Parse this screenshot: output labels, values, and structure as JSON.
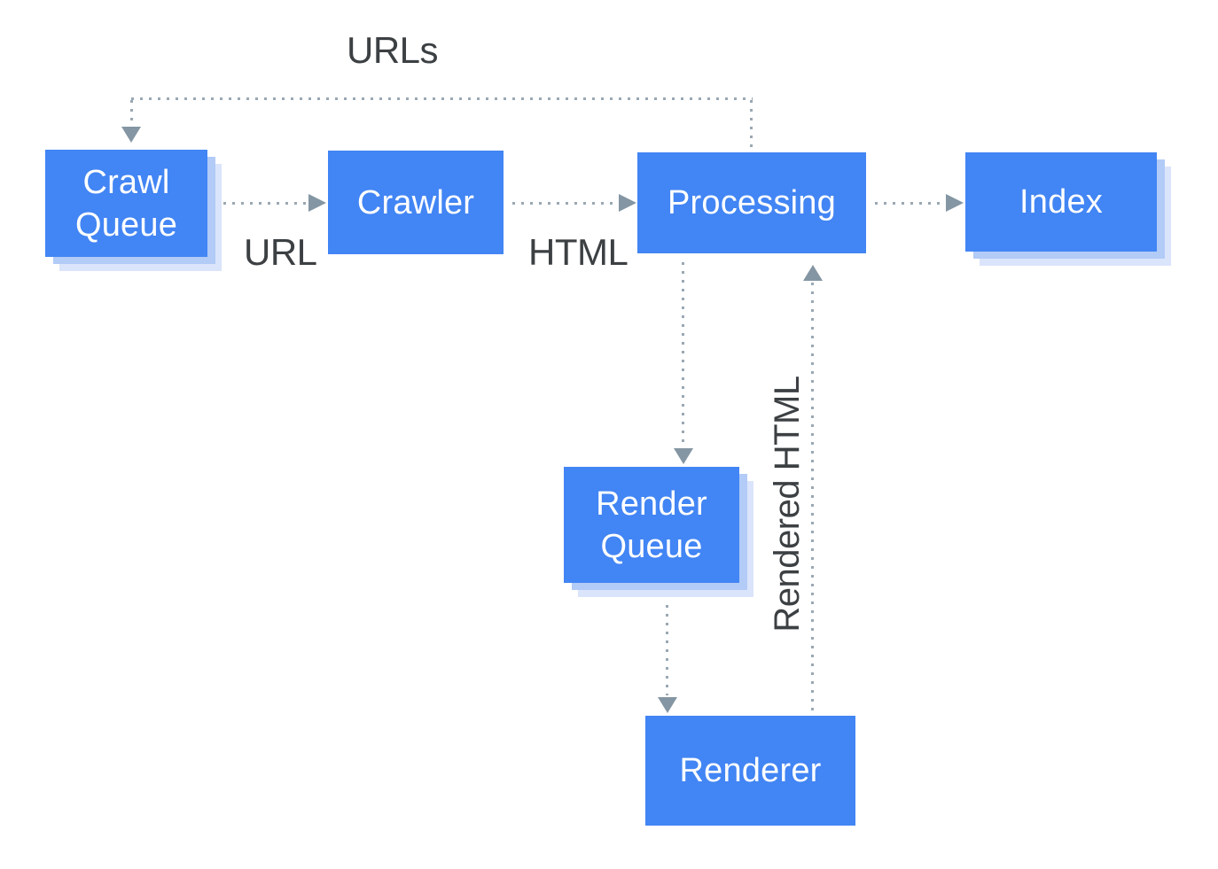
{
  "nodes": {
    "crawl_queue": {
      "label": "Crawl Queue"
    },
    "crawler": {
      "label": "Crawler"
    },
    "processing": {
      "label": "Processing"
    },
    "index": {
      "label": "Index"
    },
    "render_queue": {
      "label": "Render Queue"
    },
    "renderer": {
      "label": "Renderer"
    }
  },
  "edge_labels": {
    "urls": "URLs",
    "url": "URL",
    "html": "HTML",
    "rendered_html": "Rendered HTML"
  },
  "edges": [
    {
      "from": "Processing",
      "to": "Crawl Queue",
      "label": "URLs",
      "style": "dotted"
    },
    {
      "from": "Crawl Queue",
      "to": "Crawler",
      "label": "URL",
      "style": "dotted"
    },
    {
      "from": "Crawler",
      "to": "Processing",
      "label": "HTML",
      "style": "dotted"
    },
    {
      "from": "Processing",
      "to": "Index",
      "label": "",
      "style": "dotted"
    },
    {
      "from": "Processing",
      "to": "Render Queue",
      "label": "",
      "style": "dotted"
    },
    {
      "from": "Render Queue",
      "to": "Renderer",
      "label": "",
      "style": "dotted"
    },
    {
      "from": "Renderer",
      "to": "Processing",
      "label": "Rendered HTML",
      "style": "dotted"
    }
  ],
  "colors": {
    "node_fill": "#4285f4",
    "node_text": "#ffffff",
    "shadow_inner": "#b2cbf7",
    "shadow_outer": "#dae4fb",
    "arrow_dots": "#9aa8b3",
    "arrowhead": "#8496a3",
    "label_text": "#3c4043",
    "background": "#ffffff"
  }
}
